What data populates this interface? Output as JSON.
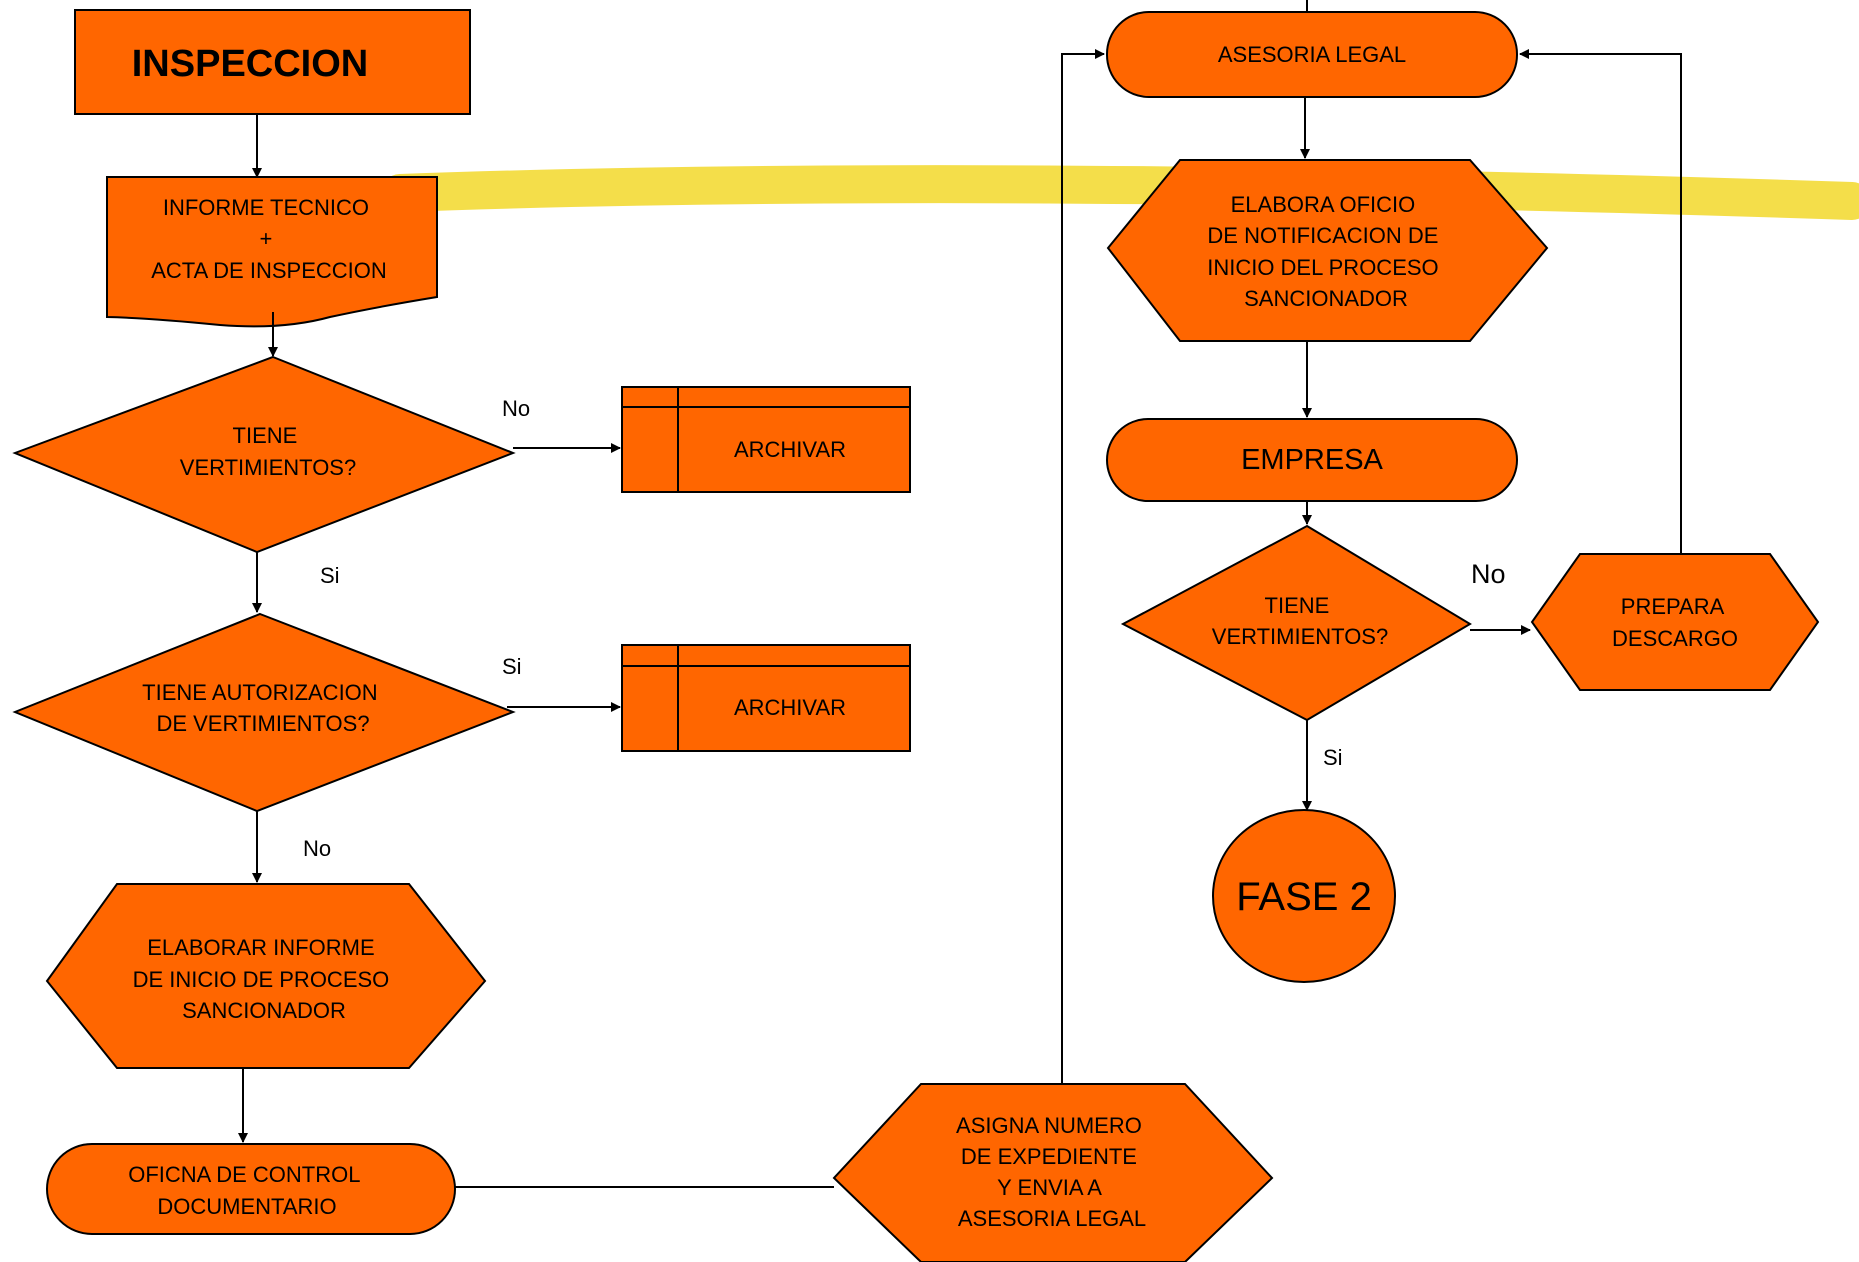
{
  "colors": {
    "shape_fill": "#FF6600",
    "stroke": "#000000",
    "highlight_stroke": "#F2D82A"
  },
  "nodes": {
    "inspeccion": "INSPECCION",
    "informe_tecnico": [
      "INFORME TECNICO",
      "+",
      "ACTA DE INSPECCION"
    ],
    "decision_vertimientos_1": [
      "TIENE",
      "VERTIMIENTOS?"
    ],
    "archivar_1": "ARCHIVAR",
    "decision_autorizacion": [
      "TIENE AUTORIZACION",
      "DE VERTIMIENTOS?"
    ],
    "archivar_2": "ARCHIVAR",
    "elaborar_informe": [
      "ELABORAR INFORME",
      "DE INICIO DE PROCESO",
      "SANCIONADOR"
    ],
    "oficina_control": [
      "OFICNA DE CONTROL",
      "DOCUMENTARIO"
    ],
    "asigna_numero": [
      "ASIGNA NUMERO",
      "DE EXPEDIENTE",
      "Y ENVIA A",
      "ASESORIA LEGAL"
    ],
    "asesoria_legal": "ASESORIA LEGAL",
    "elabora_oficio": [
      "ELABORA OFICIO",
      "DE NOTIFICACION DE",
      "INICIO DEL PROCESO",
      "SANCIONADOR"
    ],
    "empresa": "EMPRESA",
    "decision_vertimientos_2": [
      "TIENE",
      "VERTIMIENTOS?"
    ],
    "prepara_descargo": [
      "PREPARA",
      "DESCARGO"
    ],
    "fase_2": "FASE 2"
  },
  "edge_labels": {
    "no_archivar_1": "No",
    "si_continue_1": "Si",
    "si_archivar_2": "Si",
    "no_continue_2": "No",
    "no_descargo": "No",
    "si_fase2": "Si"
  }
}
